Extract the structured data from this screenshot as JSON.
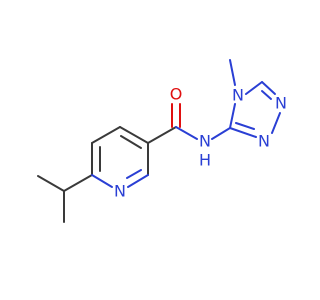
{
  "molecule": {
    "atoms": {
      "O": {
        "label": "O",
        "color": "#e01010"
      },
      "N_amide": {
        "label": "N",
        "color": "#2a3fd4"
      },
      "H_amide": {
        "label": "H",
        "color": "#2a3fd4"
      },
      "N_pyridine": {
        "label": "N",
        "color": "#2a3fd4"
      },
      "N_triazole_4": {
        "label": "N",
        "color": "#2a3fd4"
      },
      "N_triazole_1": {
        "label": "N",
        "color": "#2a3fd4"
      },
      "N_triazole_2": {
        "label": "N",
        "color": "#2a3fd4"
      }
    },
    "bond_color": "#3a3a3a"
  }
}
